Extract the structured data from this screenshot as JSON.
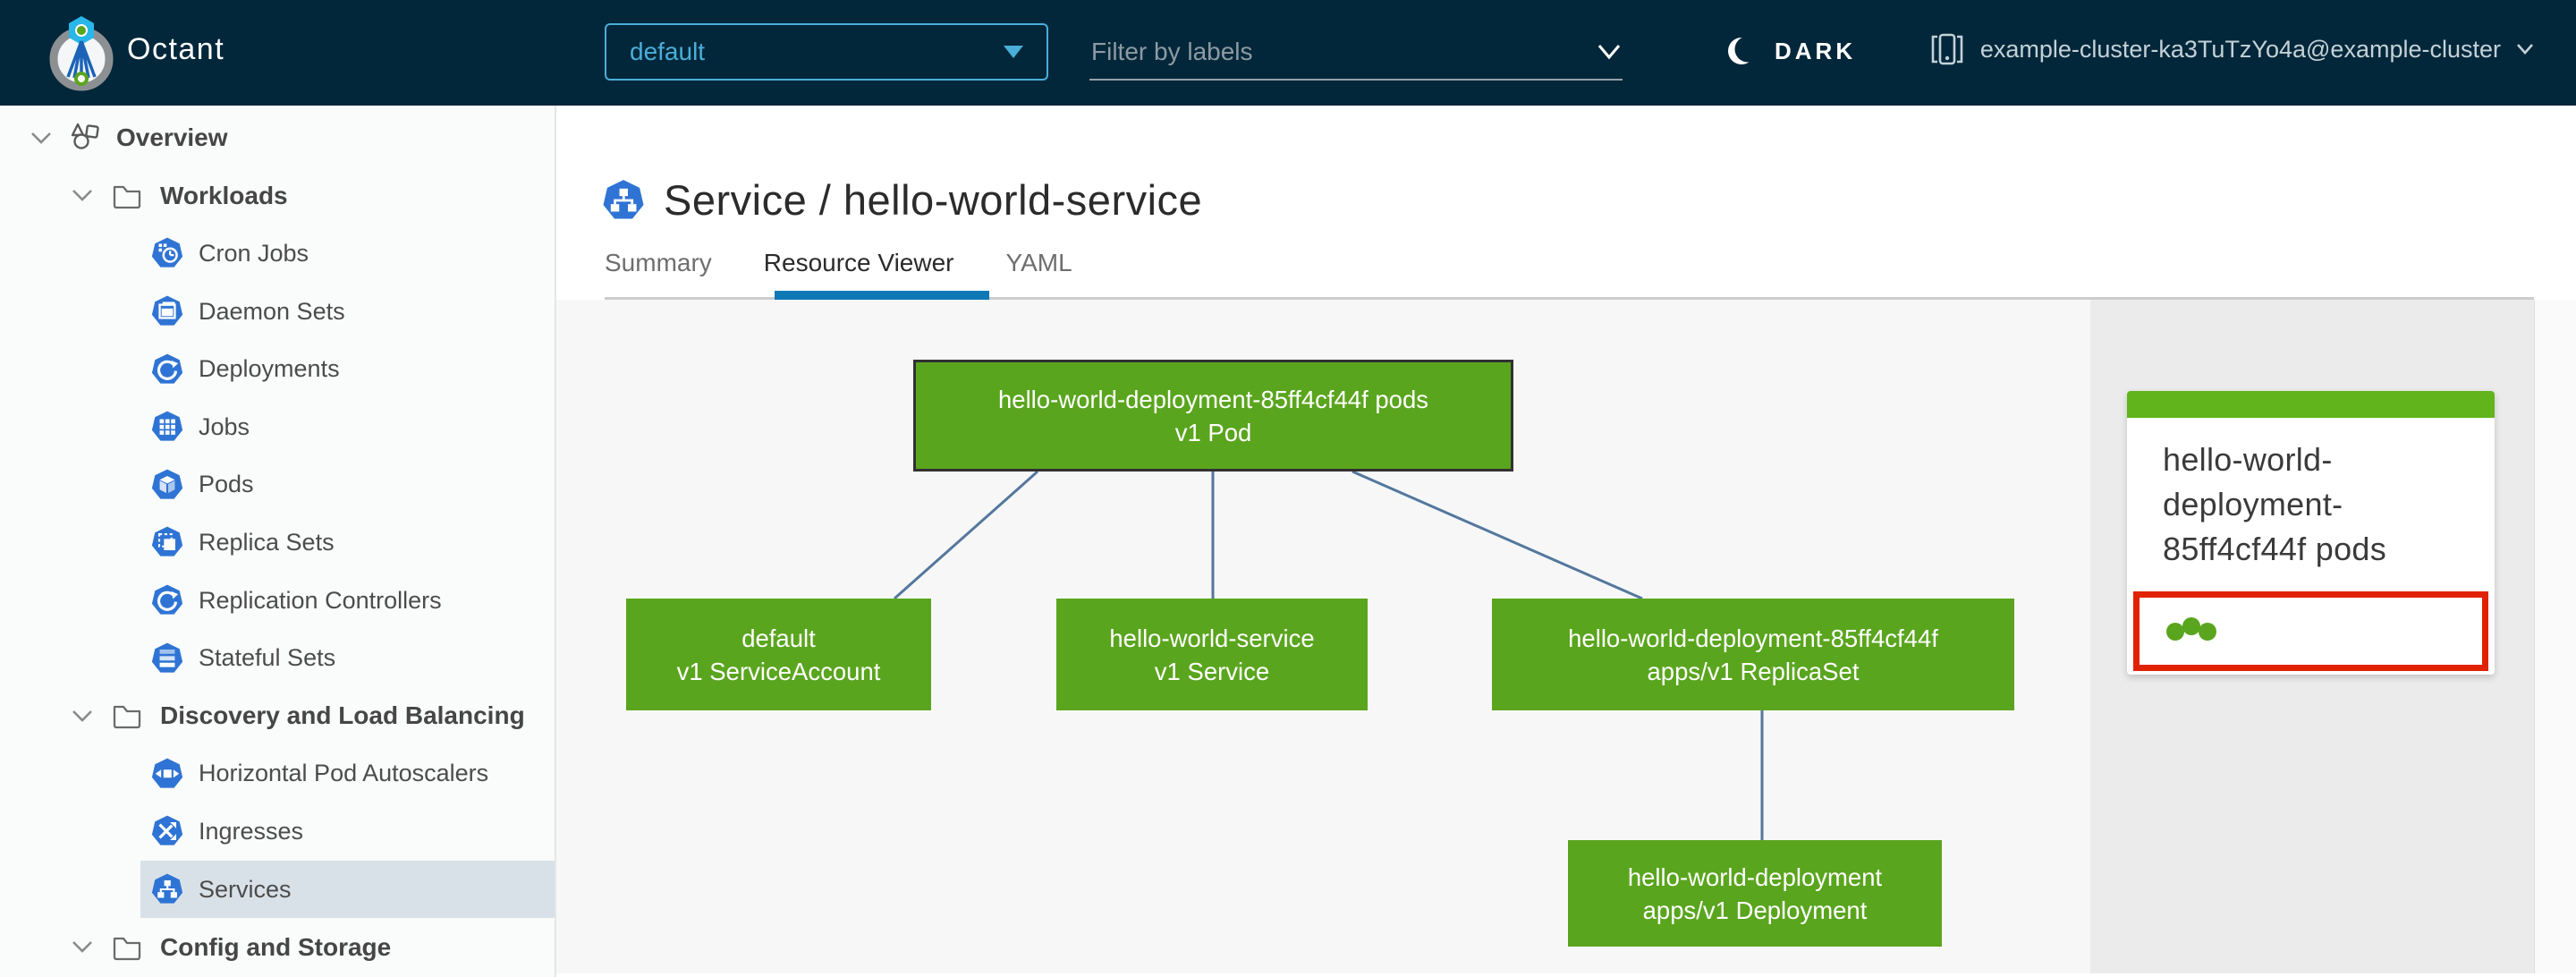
{
  "header": {
    "app_title": "Octant",
    "namespace_dropdown": {
      "value": "default"
    },
    "filter_input": {
      "placeholder": "Filter by labels"
    },
    "theme_toggle": {
      "label": "DARK"
    },
    "cluster_selector": {
      "label": "example-cluster-ka3TuTzYo4a@example-cluster"
    }
  },
  "sidebar": {
    "items": [
      {
        "label": "Overview",
        "type": "root",
        "icon": "objects-icon",
        "expanded": true
      },
      {
        "label": "Workloads",
        "type": "section",
        "icon": "folder-icon",
        "expanded": true
      },
      {
        "label": "Cron Jobs",
        "type": "leaf",
        "icon": "cronjob-icon"
      },
      {
        "label": "Daemon Sets",
        "type": "leaf",
        "icon": "daemonset-icon"
      },
      {
        "label": "Deployments",
        "type": "leaf",
        "icon": "deployment-icon"
      },
      {
        "label": "Jobs",
        "type": "leaf",
        "icon": "job-icon"
      },
      {
        "label": "Pods",
        "type": "leaf",
        "icon": "pod-icon"
      },
      {
        "label": "Replica Sets",
        "type": "leaf",
        "icon": "replicaset-icon"
      },
      {
        "label": "Replication Controllers",
        "type": "leaf",
        "icon": "replicationcontroller-icon"
      },
      {
        "label": "Stateful Sets",
        "type": "leaf",
        "icon": "statefulset-icon"
      },
      {
        "label": "Discovery and Load Balancing",
        "type": "section",
        "icon": "folder-icon",
        "expanded": true
      },
      {
        "label": "Horizontal Pod Autoscalers",
        "type": "leaf",
        "icon": "hpa-icon"
      },
      {
        "label": "Ingresses",
        "type": "leaf",
        "icon": "ingress-icon"
      },
      {
        "label": "Services",
        "type": "leaf",
        "icon": "service-icon",
        "selected": true
      },
      {
        "label": "Config and Storage",
        "type": "section",
        "icon": "folder-icon",
        "expanded": true
      }
    ]
  },
  "main": {
    "page_title": "Service / hello-world-service",
    "tabs": [
      {
        "label": "Summary",
        "active": false
      },
      {
        "label": "Resource Viewer",
        "active": true
      },
      {
        "label": "YAML",
        "active": false
      }
    ],
    "graph": {
      "nodes": [
        {
          "id": "pod",
          "name": "hello-world-deployment-85ff4cf44f pods",
          "kind": "v1 Pod",
          "selected": true,
          "status": "ok"
        },
        {
          "id": "serviceaccount",
          "name": "default",
          "kind": "v1 ServiceAccount",
          "status": "ok"
        },
        {
          "id": "service",
          "name": "hello-world-service",
          "kind": "v1 Service",
          "status": "ok"
        },
        {
          "id": "replicaset",
          "name": "hello-world-deployment-85ff4cf44f",
          "kind": "apps/v1 ReplicaSet",
          "status": "ok"
        },
        {
          "id": "deployment",
          "name": "hello-world-deployment",
          "kind": "apps/v1 Deployment",
          "status": "ok"
        }
      ],
      "edges": [
        {
          "from": "pod",
          "to": "serviceaccount"
        },
        {
          "from": "pod",
          "to": "service"
        },
        {
          "from": "pod",
          "to": "replicaset"
        },
        {
          "from": "replicaset",
          "to": "deployment"
        }
      ]
    },
    "detail_panel": {
      "title": "hello-world-deployment-85ff4cf44f pods",
      "pod_dot_count": 3
    }
  },
  "icons": {
    "logo": "octant-logo",
    "theme": "moon-icon",
    "cluster": "host-icon",
    "dropdown": "caret-down-icon",
    "tree_expand": "chevron-down-icon"
  },
  "colors": {
    "header_bg": "#03273a",
    "accent_blue": "#49afd9",
    "k8s_icon_blue": "#2f74d4",
    "node_green": "#5aa51e",
    "card_header_green": "#61b41c",
    "selected_highlight": "#d9e1e8",
    "alert_red": "#e12200",
    "edge_blue": "#54779d",
    "tab_underline_blue": "#1178b6"
  }
}
